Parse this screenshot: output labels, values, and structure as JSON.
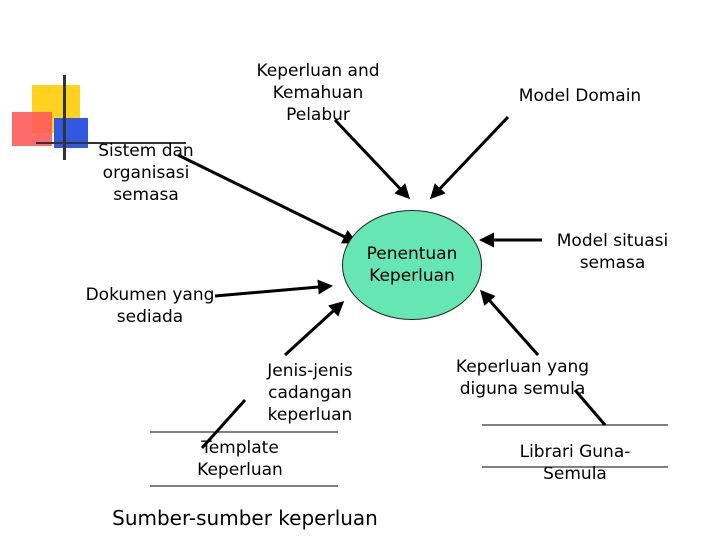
{
  "colors": {
    "yellow": "#ffd21f",
    "red": "#ff5a5a",
    "blue": "#3358e0",
    "center": "#66e6b3",
    "line": "#000000"
  },
  "labels": {
    "keperluan_kemahuan": "Keperluan and\nKemahuan\nPelabur",
    "model_domain": "Model Domain",
    "sistem": "Sistem dan\norganisasi\nsemasa",
    "center": "Penentuan\nKeperluan",
    "model_situasi": "Model situasi\nsemasa",
    "dokumen": "Dokumen yang\nsediada",
    "jenis": "Jenis-jenis\ncadangan\nkeperluan",
    "keperluan_guna": "Keperluan yang\ndiguna semula",
    "template": "Template\nKeperluan",
    "librari": "Librari Guna-\nSemula",
    "sumber": "Sumber-sumber keperluan"
  }
}
